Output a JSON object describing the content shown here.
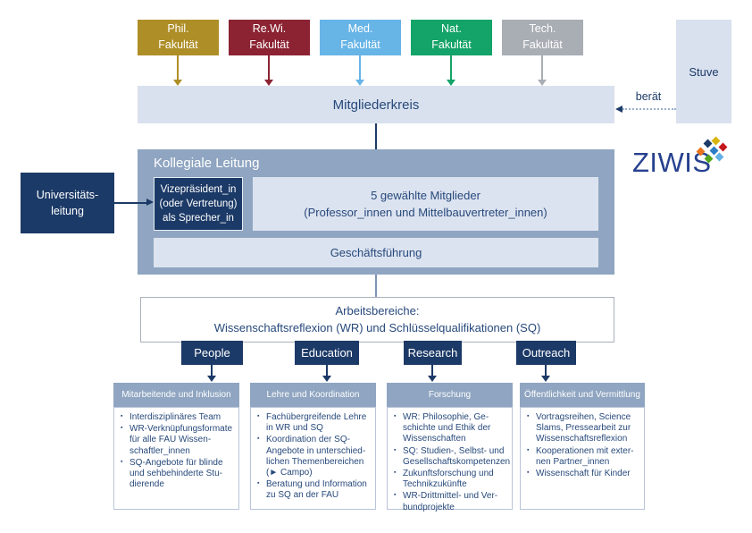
{
  "faculties": [
    {
      "line1": "Phil.",
      "line2": "Fakultät",
      "color": "#AE8E27"
    },
    {
      "line1": "Re.Wi.",
      "line2": "Fakultät",
      "color": "#8B2332"
    },
    {
      "line1": "Med.",
      "line2": "Fakultät",
      "color": "#67B4E6"
    },
    {
      "line1": "Nat.",
      "line2": "Fakultät",
      "color": "#14A368"
    },
    {
      "line1": "Tech.",
      "line2": "Fakultät",
      "color": "#A9ADB4"
    }
  ],
  "mitgliederkreis": {
    "label": "Mitgliederkreis"
  },
  "stuve": {
    "label": "Stuve",
    "relation_label": "berät"
  },
  "university_leadership": {
    "line1": "Universitäts-",
    "line2": "leitung"
  },
  "kollegiale_leitung": {
    "title": "Kollegiale Leitung",
    "speaker_box": {
      "line1": "Vizepräsident_in",
      "line2": "(oder Vertretung)",
      "line3": "als Sprecher_in"
    },
    "members_box": {
      "line1": "5 gewählte Mitglieder",
      "line2": "(Professor_innen und Mittelbauvertreter_innen)"
    },
    "management_box": {
      "label": "Geschäftsführung"
    }
  },
  "logo": {
    "text": "ZIWIS"
  },
  "work_areas": {
    "line1": "Arbeitsbereiche:",
    "line2": "Wissenschaftsreflexion (WR) und Schlüsselqualifikationen (SQ)"
  },
  "pillars": [
    {
      "label": "People"
    },
    {
      "label": "Education"
    },
    {
      "label": "Research"
    },
    {
      "label": "Outreach"
    }
  ],
  "columns": [
    {
      "header": "Mitarbeitende und Inklusion",
      "items": [
        "Interdisziplinäres Team",
        "WR-Verknüpfungsformate für alle FAU Wissen­schaftler_innen",
        "SQ-Angebote für blinde und sehbehinderte Stu­dierende"
      ]
    },
    {
      "header": "Lehre und Koordination",
      "items": [
        "Fachübergreifende Lehre in WR und SQ",
        "Koordination der SQ-Angebote in unterschied­lichen Themenbereichen (► Campo)",
        "Beratung und Information zu SQ an der FAU"
      ]
    },
    {
      "header": "Forschung",
      "items": [
        "WR: Philosophie, Ge­schichte und Ethik der Wissenschaften",
        "SQ: Studien-, Selbst- und Gesellschaftskompetenzen",
        "Zukunftsforschung und Technikzukünfte",
        "WR-Drittmittel- und Ver­bundprojekte"
      ]
    },
    {
      "header": "Öffentlichkeit und Vermittlung",
      "items": [
        "Vortragsreihen, Science Slams, Pressearbeit zur Wissenschaftsreflexion",
        "Kooperationen mit exter­nen Partner_innen",
        "Wissenschaft für Kinder"
      ]
    }
  ],
  "colors": {
    "navy": "#1C3A67",
    "container_blue_gray": "#8FA5C1",
    "light_box": "#DCE3F0",
    "light_bar": "#D9E1EE",
    "text_blue": "#27497B",
    "logo_text": "#27418F",
    "logo_squares": [
      "#E8731C",
      "#1C3A67",
      "#D8B511",
      "#C4161C",
      "#62B1E5",
      "#55A51C",
      "#2D7DC6"
    ]
  }
}
